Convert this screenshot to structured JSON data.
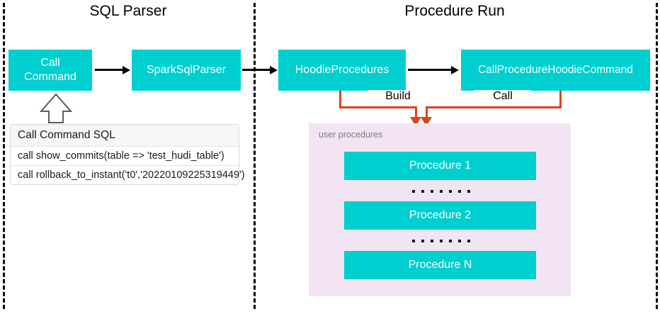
{
  "diagram": {
    "sections": [
      {
        "title": "SQL Parser"
      },
      {
        "title": "Procedure Run"
      }
    ],
    "nodes": {
      "call_command": "Call\nCommand",
      "call_command_line1": "Call",
      "call_command_line2": "Command",
      "spark_sql_parser": "SparkSqlParser",
      "hoodie_procedures": "HoodieProcedures",
      "call_procedure_hoodie_command": "CallProcedureHoodieCommand"
    },
    "edge_labels": {
      "build": "Build",
      "call": "Call"
    },
    "sql_table": {
      "header": "Call Command SQL",
      "rows": [
        "call show_commits(table => 'test_hudi_table')",
        "call rollback_to_instant('t0','20220109225319449')"
      ]
    },
    "user_procedures": {
      "caption": "user procedures",
      "items": [
        "Procedure 1",
        "Procedure 2",
        "Procedure N"
      ],
      "ellipsis_dot_count": 7
    },
    "colors": {
      "node_fill": "#00cfcf",
      "node_text": "#ffffff",
      "panel_fill": "#f2e4f3",
      "connector": "#d9451f",
      "arrow": "#000000",
      "divider": "#000000",
      "caption_text": "#7d7d7d",
      "background": "#ffffff"
    }
  }
}
